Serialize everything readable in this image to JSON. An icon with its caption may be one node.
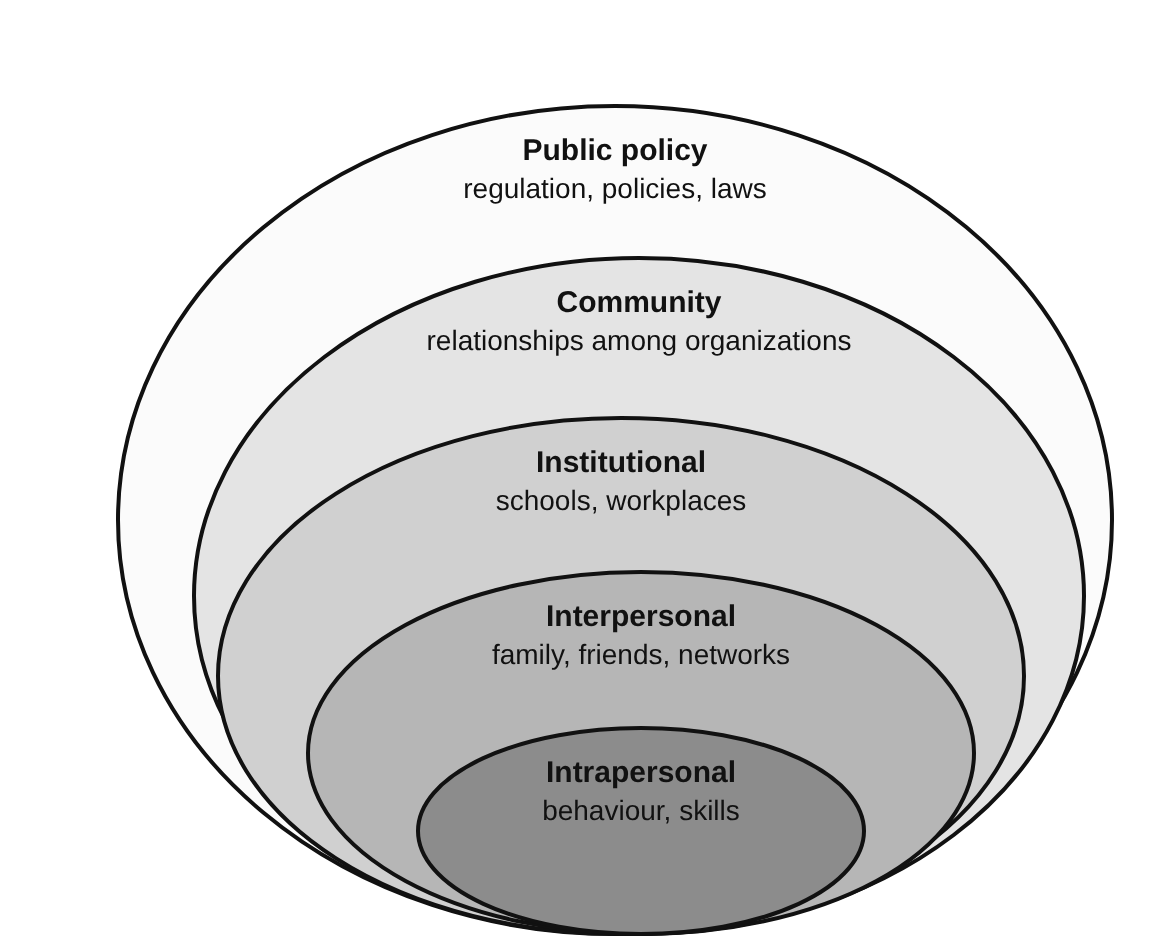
{
  "diagram": {
    "nodes": [
      {
        "text": [
          "Public policy",
          "regulation, policies, laws"
        ]
      },
      {
        "text": [
          "Community",
          "relationships among organizations"
        ],
        "in": 0
      },
      {
        "text": [
          "Institutional",
          "schools, workplaces"
        ],
        "in": 1
      },
      {
        "text": [
          "Interpersonal",
          "family, friends, networks"
        ],
        "in": 2
      },
      {
        "text": [
          "Intrapersonal",
          "behaviour, skills"
        ],
        "in": 3
      }
    ]
  }
}
